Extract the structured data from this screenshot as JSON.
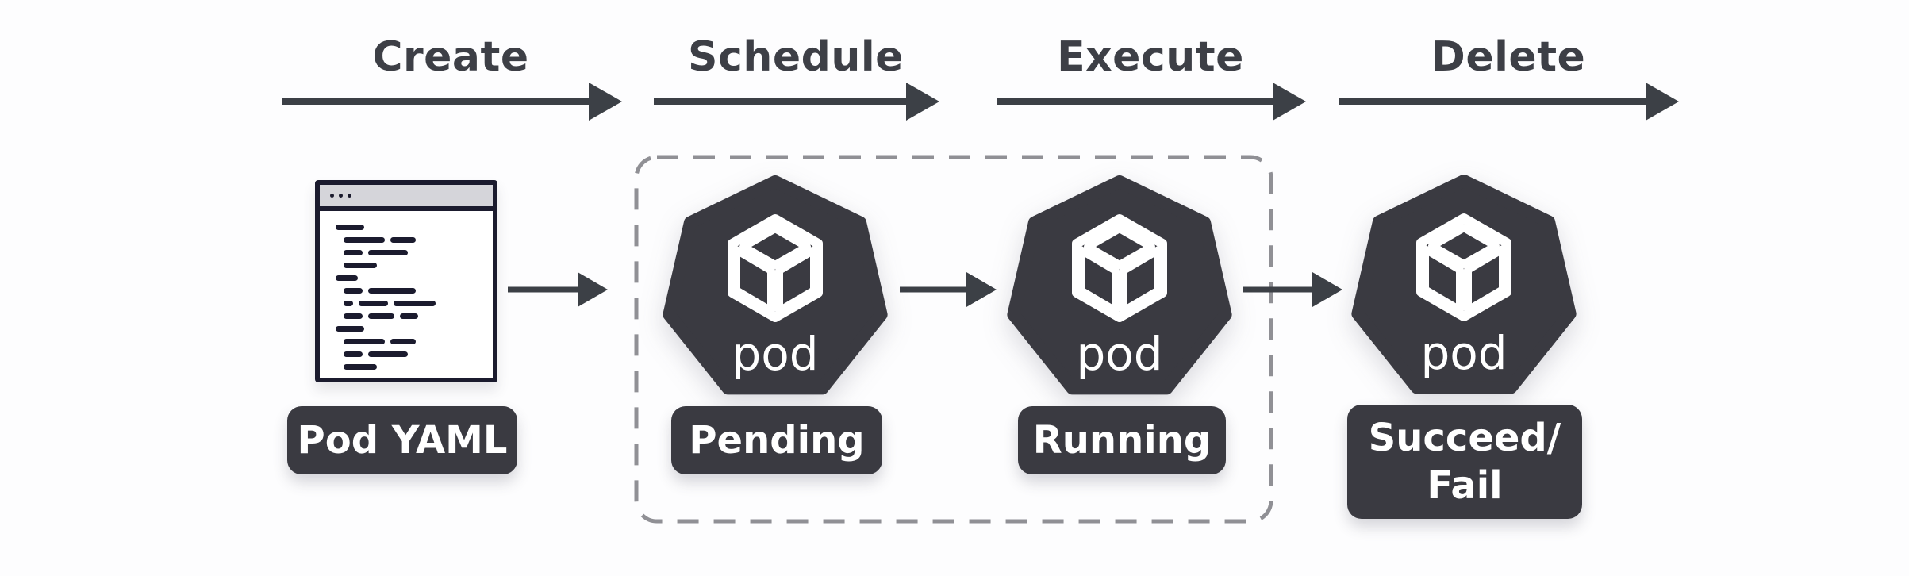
{
  "phases": [
    {
      "label": "Create"
    },
    {
      "label": "Schedule"
    },
    {
      "label": "Execute"
    },
    {
      "label": "Delete"
    }
  ],
  "yaml_document": {
    "badge_label": "Pod YAML",
    "icon": "yaml-document-window-icon",
    "lines": [
      {
        "indent": 0,
        "segs": [
          36
        ]
      },
      {
        "indent": 10,
        "segs": [
          52,
          32
        ]
      },
      {
        "indent": 10,
        "segs": [
          24,
          50
        ]
      },
      {
        "indent": 10,
        "segs": [
          42
        ]
      },
      {
        "indent": 0,
        "segs": [
          28
        ]
      },
      {
        "indent": 10,
        "segs": [
          24,
          60
        ]
      },
      {
        "indent": 10,
        "segs": [
          12,
          37,
          53
        ]
      },
      {
        "indent": 10,
        "segs": [
          24,
          33,
          23
        ]
      },
      {
        "indent": 0,
        "segs": [
          36
        ]
      },
      {
        "indent": 10,
        "segs": [
          52,
          32
        ]
      },
      {
        "indent": 10,
        "segs": [
          24,
          50
        ]
      },
      {
        "indent": 10,
        "segs": [
          42
        ]
      }
    ]
  },
  "pods": [
    {
      "id": "pending",
      "icon": "pod-heptagon-icon",
      "icon_text": "pod",
      "label": "Pending"
    },
    {
      "id": "running",
      "icon": "pod-heptagon-icon",
      "icon_text": "pod",
      "label": "Running"
    },
    {
      "id": "succeed_fail",
      "icon": "pod-heptagon-icon",
      "icon_text": "pod",
      "label_lines": [
        "Succeed/",
        "Fail"
      ]
    }
  ],
  "dashed_box": {
    "meaning": "scheduled-to-executing pod states group"
  },
  "colors": {
    "node_dark": "#3a3a41",
    "arrow": "#3c4046",
    "phase_text": "#3d3f46",
    "dashed_border": "#909095",
    "window_line_dark": "#1b1b2e",
    "titlebar_gray": "#d5d5da",
    "badge_text": "#ffffff"
  }
}
